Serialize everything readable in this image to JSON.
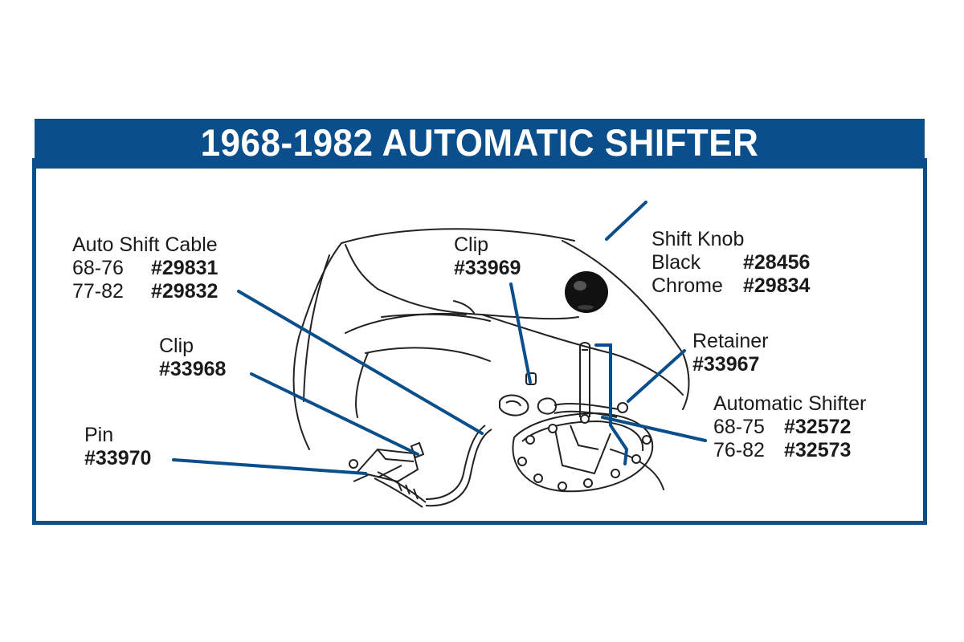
{
  "title": "1968-1982 AUTOMATIC SHIFTER",
  "colors": {
    "brand_blue": "#0a4f8c",
    "line_art": "#222222",
    "text": "#1a1a1a"
  },
  "callouts": {
    "auto_shift_cable": {
      "name": "Auto Shift Cable",
      "rows": [
        {
          "years": "68-76",
          "part": "#29831"
        },
        {
          "years": "77-82",
          "part": "#29832"
        }
      ]
    },
    "clip_upper": {
      "name": "Clip",
      "part": "#33969"
    },
    "shift_knob": {
      "name": "Shift Knob",
      "rows": [
        {
          "finish": "Black",
          "part": "#28456"
        },
        {
          "finish": "Chrome",
          "part": "#29834"
        }
      ]
    },
    "clip_lower": {
      "name": "Clip",
      "part": "#33968"
    },
    "retainer": {
      "name": "Retainer",
      "part": "#33967"
    },
    "automatic_shifter": {
      "name": "Automatic Shifter",
      "rows": [
        {
          "years": "68-75",
          "part": "#32572"
        },
        {
          "years": "76-82",
          "part": "#32573"
        }
      ]
    },
    "pin": {
      "name": "Pin",
      "part": "#33970"
    }
  }
}
